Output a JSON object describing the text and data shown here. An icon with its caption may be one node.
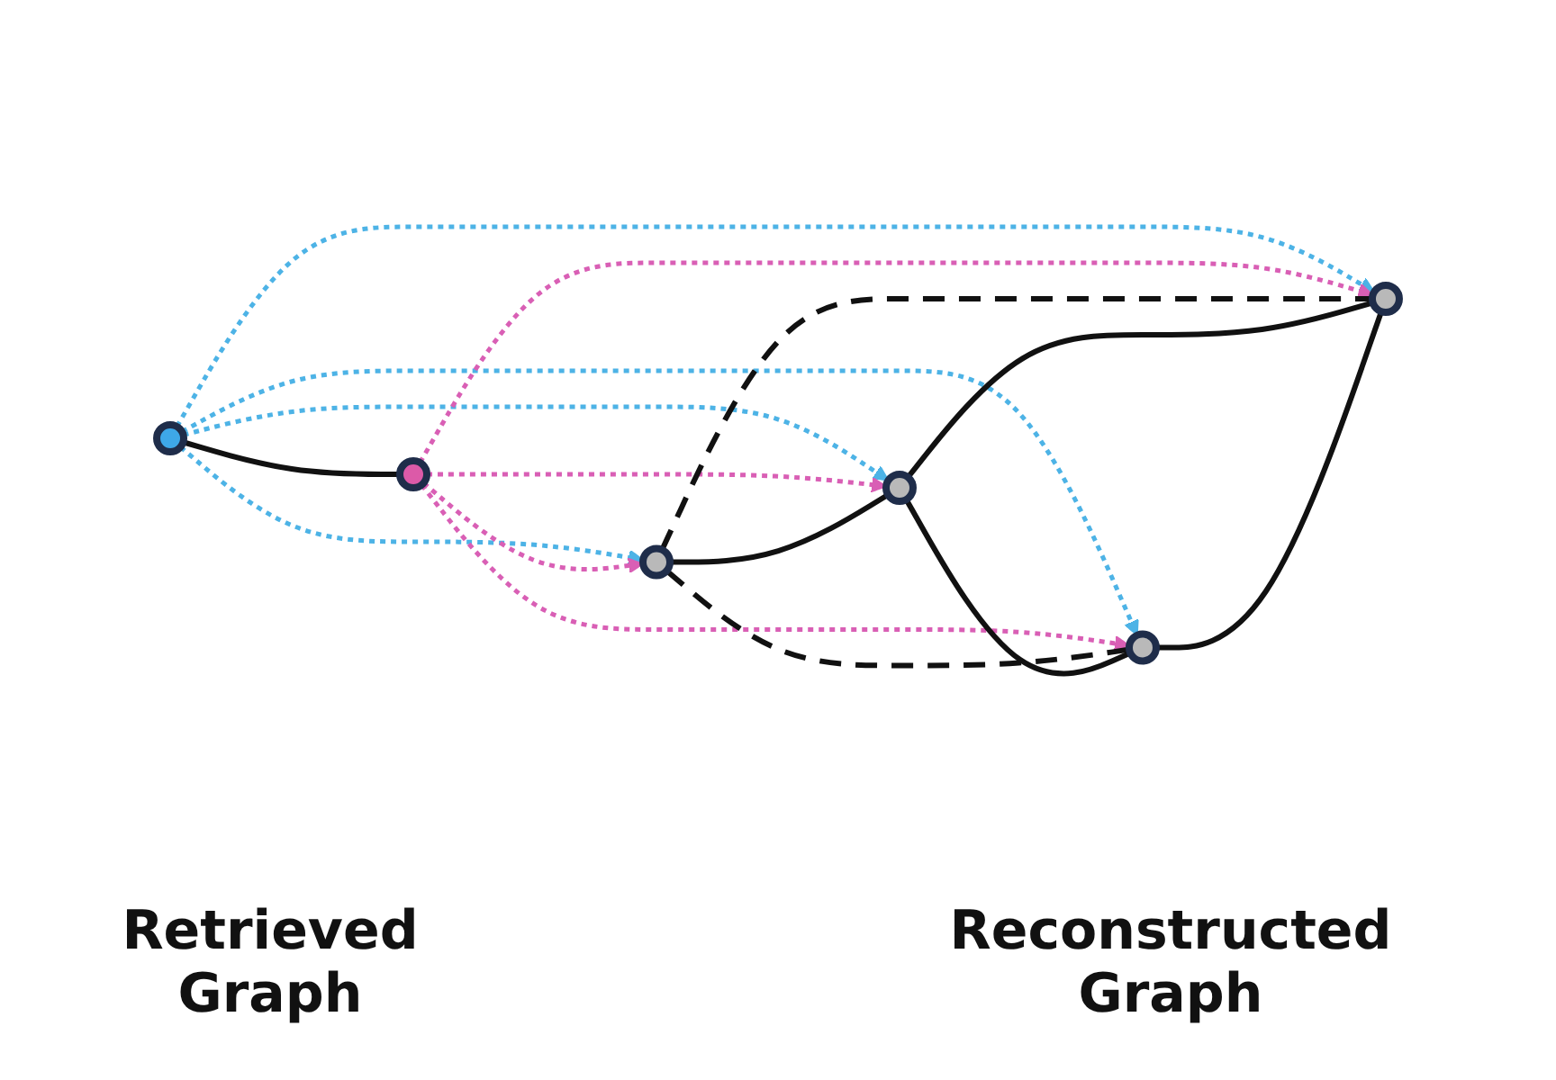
{
  "diagram": {
    "nodes": [
      {
        "text": [],
        "shape": "circle"
      },
      {
        "text": [],
        "shape": "circle"
      },
      {
        "text": [],
        "shape": "circle"
      },
      {
        "text": [],
        "shape": "circle"
      },
      {
        "text": [],
        "shape": "circle"
      },
      {
        "text": [],
        "shape": "circle"
      }
    ],
    "edges": [
      {
        "from": 0,
        "to": 1,
        "arrow": "none"
      },
      {
        "from": 0,
        "to": 2,
        "arrow": "to",
        "style": "dashed",
        "color": "#4db3e6"
      },
      {
        "from": 0,
        "to": 3,
        "arrow": "to",
        "style": "dashed",
        "color": "#4db3e6"
      },
      {
        "from": 0,
        "to": 4,
        "arrow": "to",
        "style": "dashed",
        "color": "#4db3e6"
      },
      {
        "from": 0,
        "to": 5,
        "arrow": "to",
        "style": "dashed",
        "color": "#4db3e6"
      },
      {
        "from": 1,
        "to": 2,
        "arrow": "to",
        "style": "dashed",
        "color": "#d95fb5"
      },
      {
        "from": 1,
        "to": 3,
        "arrow": "to",
        "style": "dashed",
        "color": "#d95fb5"
      },
      {
        "from": 1,
        "to": 4,
        "arrow": "to",
        "style": "dashed",
        "color": "#d95fb5"
      },
      {
        "from": 1,
        "to": 5,
        "arrow": "to",
        "style": "dashed",
        "color": "#d95fb5"
      },
      {
        "from": 2,
        "to": 3,
        "arrow": "none"
      },
      {
        "from": 2,
        "to": 4,
        "arrow": "none",
        "style": "dashed"
      },
      {
        "from": 2,
        "to": 5,
        "arrow": "none",
        "style": "dashed"
      },
      {
        "from": 3,
        "to": 4,
        "arrow": "none"
      },
      {
        "from": 3,
        "to": 5,
        "arrow": "none"
      },
      {
        "from": 4,
        "to": 5,
        "arrow": "none"
      }
    ],
    "labels": [
      "Retrieved Graph",
      "Reconstructed Graph"
    ]
  }
}
